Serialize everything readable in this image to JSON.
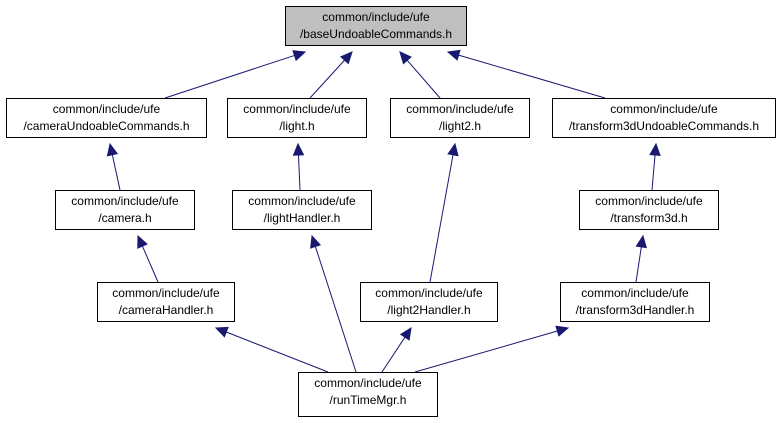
{
  "nodes": [
    {
      "id": "base",
      "line1": "common/include/ufe",
      "line2": "/baseUndoableCommands.h",
      "highlight": true
    },
    {
      "id": "cameraUC",
      "line1": "common/include/ufe",
      "line2": "/cameraUndoableCommands.h"
    },
    {
      "id": "light",
      "line1": "common/include/ufe",
      "line2": "/light.h"
    },
    {
      "id": "light2",
      "line1": "common/include/ufe",
      "line2": "/light2.h"
    },
    {
      "id": "t3dUC",
      "line1": "common/include/ufe",
      "line2": "/transform3dUndoableCommands.h"
    },
    {
      "id": "camera",
      "line1": "common/include/ufe",
      "line2": "/camera.h"
    },
    {
      "id": "lightH",
      "line1": "common/include/ufe",
      "line2": "/lightHandler.h"
    },
    {
      "id": "t3d",
      "line1": "common/include/ufe",
      "line2": "/transform3d.h"
    },
    {
      "id": "cameraH",
      "line1": "common/include/ufe",
      "line2": "/cameraHandler.h"
    },
    {
      "id": "light2H",
      "line1": "common/include/ufe",
      "line2": "/light2Handler.h"
    },
    {
      "id": "t3dH",
      "line1": "common/include/ufe",
      "line2": "/transform3dHandler.h"
    },
    {
      "id": "runtime",
      "line1": "common/include/ufe",
      "line2": "/runTimeMgr.h"
    }
  ],
  "edges": [
    {
      "from": "cameraUC",
      "to": "base"
    },
    {
      "from": "light",
      "to": "base"
    },
    {
      "from": "light2",
      "to": "base"
    },
    {
      "from": "t3dUC",
      "to": "base"
    },
    {
      "from": "camera",
      "to": "cameraUC"
    },
    {
      "from": "lightH",
      "to": "light"
    },
    {
      "from": "light2H",
      "to": "light2"
    },
    {
      "from": "t3d",
      "to": "t3dUC"
    },
    {
      "from": "cameraH",
      "to": "camera"
    },
    {
      "from": "t3dH",
      "to": "t3d"
    },
    {
      "from": "runtime",
      "to": "cameraH"
    },
    {
      "from": "runtime",
      "to": "lightH"
    },
    {
      "from": "runtime",
      "to": "light2H"
    },
    {
      "from": "runtime",
      "to": "t3dH"
    }
  ],
  "colors": {
    "edge": "#191970",
    "highlight_fill": "#bfbfbf",
    "border": "#000000"
  }
}
